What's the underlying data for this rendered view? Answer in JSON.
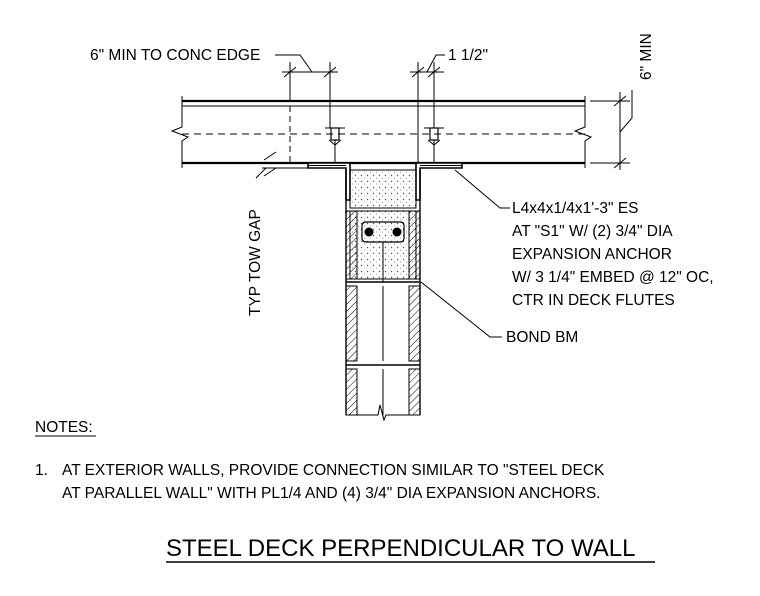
{
  "labels": {
    "min_to_edge": "6\" MIN TO CONC EDGE",
    "one_half": "1 1/2\"",
    "six_min": "6\" MIN",
    "typ_tow_gap": "TYP TOW GAP",
    "angle_line1": "L4x4x1/4x1'-3\" ES",
    "angle_line2": "AT \"S1\" W/ (2) 3/4\" DIA",
    "angle_line3": "EXPANSION ANCHOR",
    "angle_line4": "W/ 3 1/4\" EMBED @ 12\" OC,",
    "angle_line5": "CTR IN DECK FLUTES",
    "bond_bm": "BOND BM"
  },
  "notes": {
    "heading": "NOTES:",
    "item1_number": "1.",
    "item1_line1": "AT EXTERIOR WALLS, PROVIDE CONNECTION SIMILAR TO \"STEEL DECK",
    "item1_line2": "AT PARALLEL WALL\" WITH PL1/4 AND (4) 3/4\" DIA EXPANSION ANCHORS."
  },
  "title": "STEEL DECK PERPENDICULAR TO WALL"
}
